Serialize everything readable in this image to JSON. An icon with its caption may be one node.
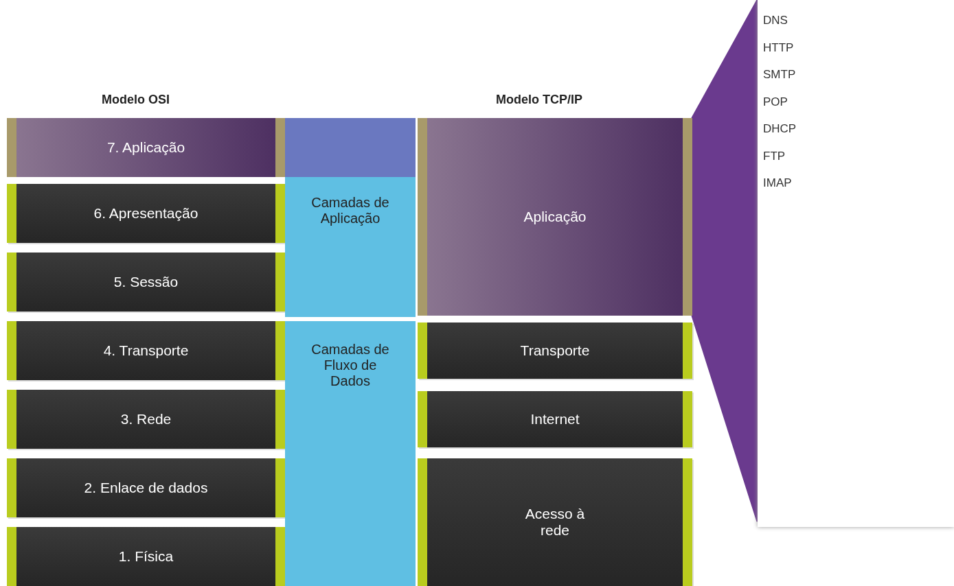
{
  "diagram": {
    "nodes": [
      {
        "text": [
          "7. Aplicação"
        ]
      },
      {
        "text": [
          "6. Apresentação"
        ]
      },
      {
        "text": [
          "5. Sessão"
        ]
      },
      {
        "text": [
          "4. Transporte"
        ]
      },
      {
        "text": [
          "3. Rede"
        ]
      },
      {
        "text": [
          "2. Enlace de dados"
        ]
      },
      {
        "text": [
          "1. Física"
        ]
      },
      {
        "text": [
          "Camadas de Aplicação"
        ]
      },
      {
        "text": [
          "Camadas de Fluxo de Dados"
        ]
      },
      {
        "text": [
          "Aplicação"
        ]
      },
      {
        "text": [
          "Transporte"
        ]
      },
      {
        "text": [
          "Internet"
        ]
      },
      {
        "text": [
          "Acesso à rede"
        ]
      },
      {
        "text": [
          "DNS",
          "HTTP",
          "SMTP",
          "POP",
          "DHCP",
          "FTP",
          "IMAP"
        ]
      }
    ],
    "edges": [
      {
        "from": 9,
        "to": 13,
        "arrow": "none",
        "style": "thick",
        "color": "#6a3a8e"
      }
    ],
    "labels": [
      "Modelo OSI",
      "Modelo TCP/IP"
    ]
  }
}
